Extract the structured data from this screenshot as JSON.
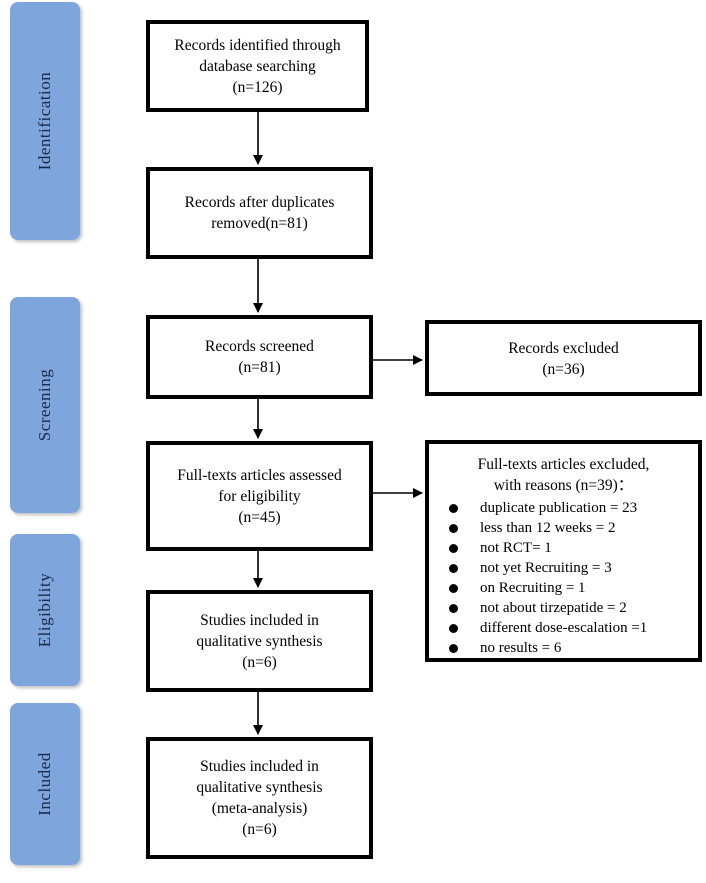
{
  "stages": [
    {
      "id": "identification",
      "label": "Identification"
    },
    {
      "id": "screening",
      "label": "Screening"
    },
    {
      "id": "eligibility",
      "label": "Eligibility"
    },
    {
      "id": "included",
      "label": "Included"
    }
  ],
  "boxes": {
    "identified": {
      "lines": [
        "Records identified through",
        "database searching",
        "(n=126)"
      ]
    },
    "after_duplicates": {
      "lines": [
        "Records after duplicates",
        "removed(n=81)"
      ]
    },
    "screened": {
      "lines": [
        "Records screened",
        "(n=81)"
      ]
    },
    "excluded": {
      "lines": [
        "Records excluded",
        "(n=36)"
      ]
    },
    "full_text": {
      "lines": [
        "Full-texts articles assessed",
        "for eligibility",
        "(n=45)"
      ]
    },
    "full_text_excluded": {
      "lines": [
        "Full-texts articles excluded,",
        "with reasons (n=39)："
      ],
      "reasons": [
        "duplicate publication = 23",
        "less than 12 weeks = 2",
        "not RCT= 1",
        "not yet Recruiting = 3",
        "on Recruiting = 1",
        "not about tirzepatide = 2",
        "different dose-escalation =1",
        "no results = 6"
      ]
    },
    "qualitative": {
      "lines": [
        "Studies included in",
        "qualitative synthesis",
        "(n=6)"
      ]
    },
    "quantitative": {
      "lines": [
        "Studies included in",
        "qualitative synthesis",
        "(meta-analysis)",
        "(n=6)"
      ]
    }
  }
}
